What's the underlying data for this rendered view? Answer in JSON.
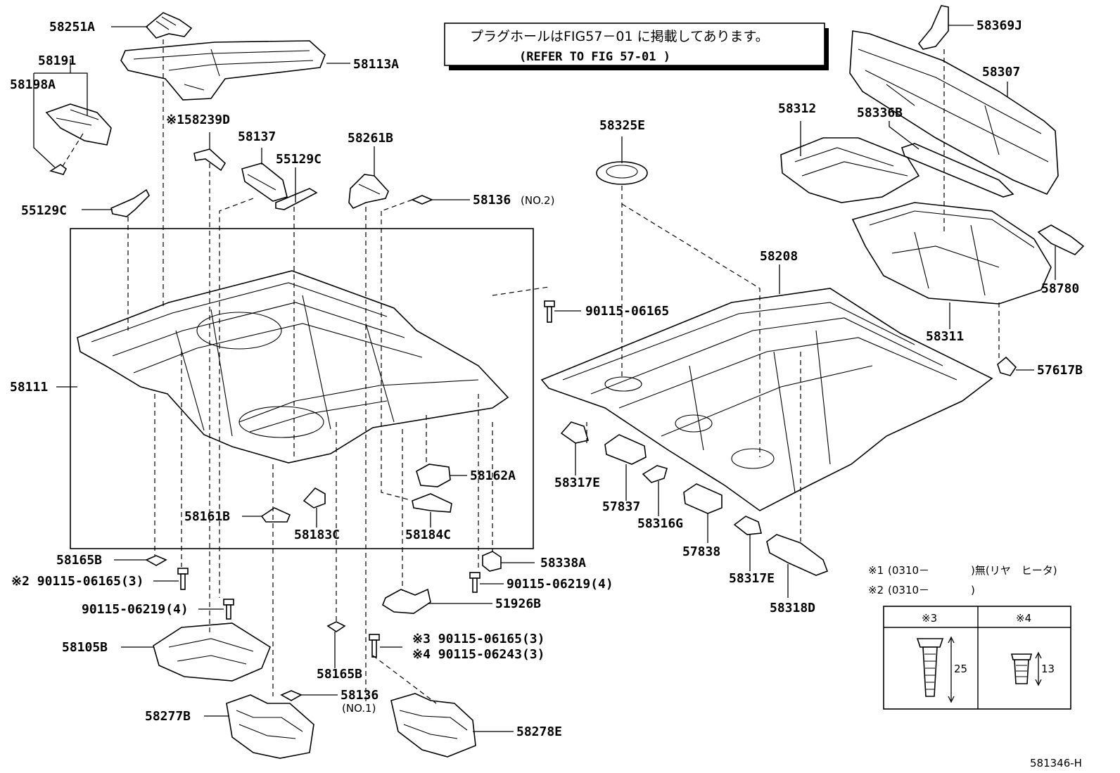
{
  "note": {
    "jp": "プラグホールはFIG57－01 に掲載してあります。",
    "en": "(REFER TO FIG  57-01 )"
  },
  "labels": {
    "p58251A": "58251A",
    "p58113A": "58113A",
    "p58191": "58191",
    "p58198A": "58198A",
    "p158239D": "※158239D",
    "p58137": "58137",
    "p55129C_top": "55129C",
    "p58261B": "58261B",
    "p58136_no2": "58136",
    "p58136_no2_suffix": "(NO.2)",
    "p55129C_left": "55129C",
    "p58111": "58111",
    "p58162A": "58162A",
    "p58161B": "58161B",
    "p58183C": "58183C",
    "p58184C": "58184C",
    "p58165B_left": "58165B",
    "p90115_06165_x2": "※2 90115-06165(3)",
    "p90115_06219_left": "90115-06219(4)",
    "p58105B": "58105B",
    "p58277B": "58277B",
    "p58136_no1": "58136",
    "p58136_no1_suffix": "(NO.1)",
    "p58165B_mid": "58165B",
    "p90115_06165_x3": "※3  90115-06165(3)",
    "p90115_06243_x4": "※4  90115-06243(3)",
    "p58278E": "58278E",
    "p51926B": "51926B",
    "p90115_06219_mid": "90115-06219(4)",
    "p58338A": "58338A",
    "p90115_06165_top": "90115-06165",
    "p58325E": "58325E",
    "p58312": "58312",
    "p58336B": "58336B",
    "p58369J": "58369J",
    "p58307": "58307",
    "p58208": "58208",
    "p58780": "58780",
    "p58311": "58311",
    "p57617B": "57617B",
    "p58317E_left": "58317E",
    "p57837": "57837",
    "p58316G": "58316G",
    "p57838": "57838",
    "p58317E_right": "58317E",
    "p58318D": "58318D"
  },
  "footnotes": {
    "f1_mark": "※1",
    "f1_code": "(0310－",
    "f1_text": ")無(リヤ　ヒータ)",
    "f2_mark": "※2",
    "f2_code": "(0310－",
    "f2_text": ")"
  },
  "fastener_table": {
    "col3_header": "※3",
    "col4_header": "※4",
    "col3_dim": "25",
    "col4_dim": "13"
  },
  "figure_code": "581346-H"
}
